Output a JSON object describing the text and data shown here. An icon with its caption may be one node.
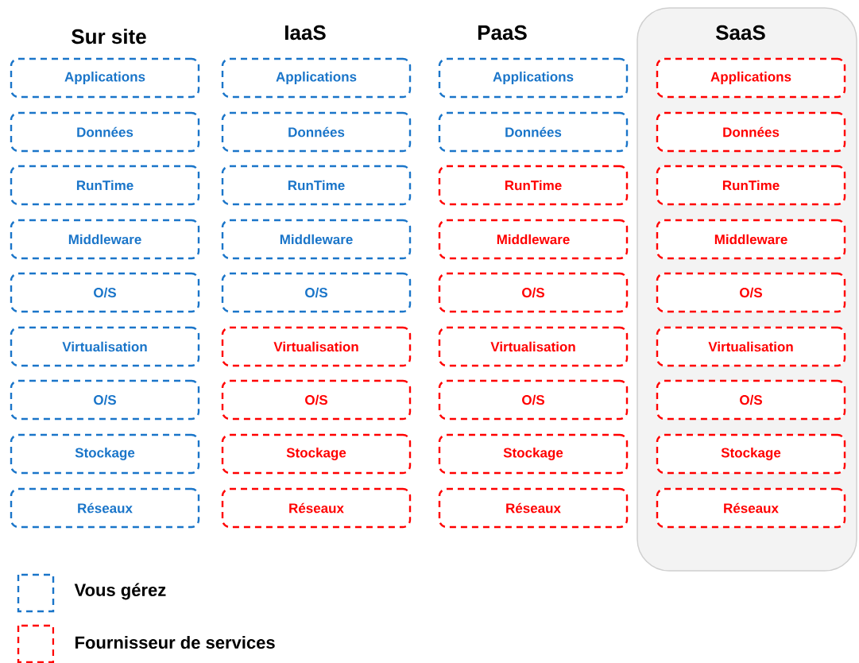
{
  "diagram": {
    "nodes": [
      {
        "text": [
          "Applications"
        ]
      },
      {
        "text": [
          "Données"
        ]
      },
      {
        "text": [
          "RunTime"
        ]
      },
      {
        "text": [
          "Middleware"
        ]
      },
      {
        "text": [
          "O/S"
        ]
      },
      {
        "text": [
          "Virtualisation"
        ]
      },
      {
        "text": [
          "O/S"
        ]
      },
      {
        "text": [
          "Stockage"
        ]
      },
      {
        "text": [
          "Réseaux"
        ]
      },
      {
        "text": [
          "Applications"
        ]
      },
      {
        "text": [
          "Données"
        ]
      },
      {
        "text": [
          "RunTime"
        ]
      },
      {
        "text": [
          "Middleware"
        ]
      },
      {
        "text": [
          "O/S"
        ]
      },
      {
        "text": [
          "Virtualisation"
        ]
      },
      {
        "text": [
          "O/S"
        ]
      },
      {
        "text": [
          "Stockage"
        ]
      },
      {
        "text": [
          "Réseaux"
        ]
      },
      {
        "text": [
          "Applications"
        ]
      },
      {
        "text": [
          "Données"
        ]
      },
      {
        "text": [
          "RunTime"
        ]
      },
      {
        "text": [
          "Middleware"
        ]
      },
      {
        "text": [
          "O/S"
        ]
      },
      {
        "text": [
          "Virtualisation"
        ]
      },
      {
        "text": [
          "O/S"
        ]
      },
      {
        "text": [
          "Stockage"
        ]
      },
      {
        "text": [
          "Réseaux"
        ]
      },
      {
        "text": [
          "SaaS"
        ]
      },
      {
        "text": [
          "Applications"
        ],
        "in": 27
      },
      {
        "text": [
          "Données"
        ],
        "in": 27
      },
      {
        "text": [
          "RunTime"
        ],
        "in": 27
      },
      {
        "text": [
          "Middleware"
        ],
        "in": 27
      },
      {
        "text": [
          "O/S"
        ],
        "in": 27
      },
      {
        "text": [
          "Virtualisation"
        ],
        "in": 27
      },
      {
        "text": [
          "O/S"
        ],
        "in": 27
      },
      {
        "text": [
          "Stockage"
        ],
        "in": 27
      },
      {
        "text": [
          "Réseaux"
        ],
        "in": 27
      }
    ],
    "labels": [
      "Sur site",
      "IaaS",
      "PaaS"
    ],
    "legend": [
      {
        "text": "Vous gérez",
        "color": "#1a75c9"
      },
      {
        "text": "Fournisseur de services",
        "color": "#ff0000"
      }
    ]
  }
}
